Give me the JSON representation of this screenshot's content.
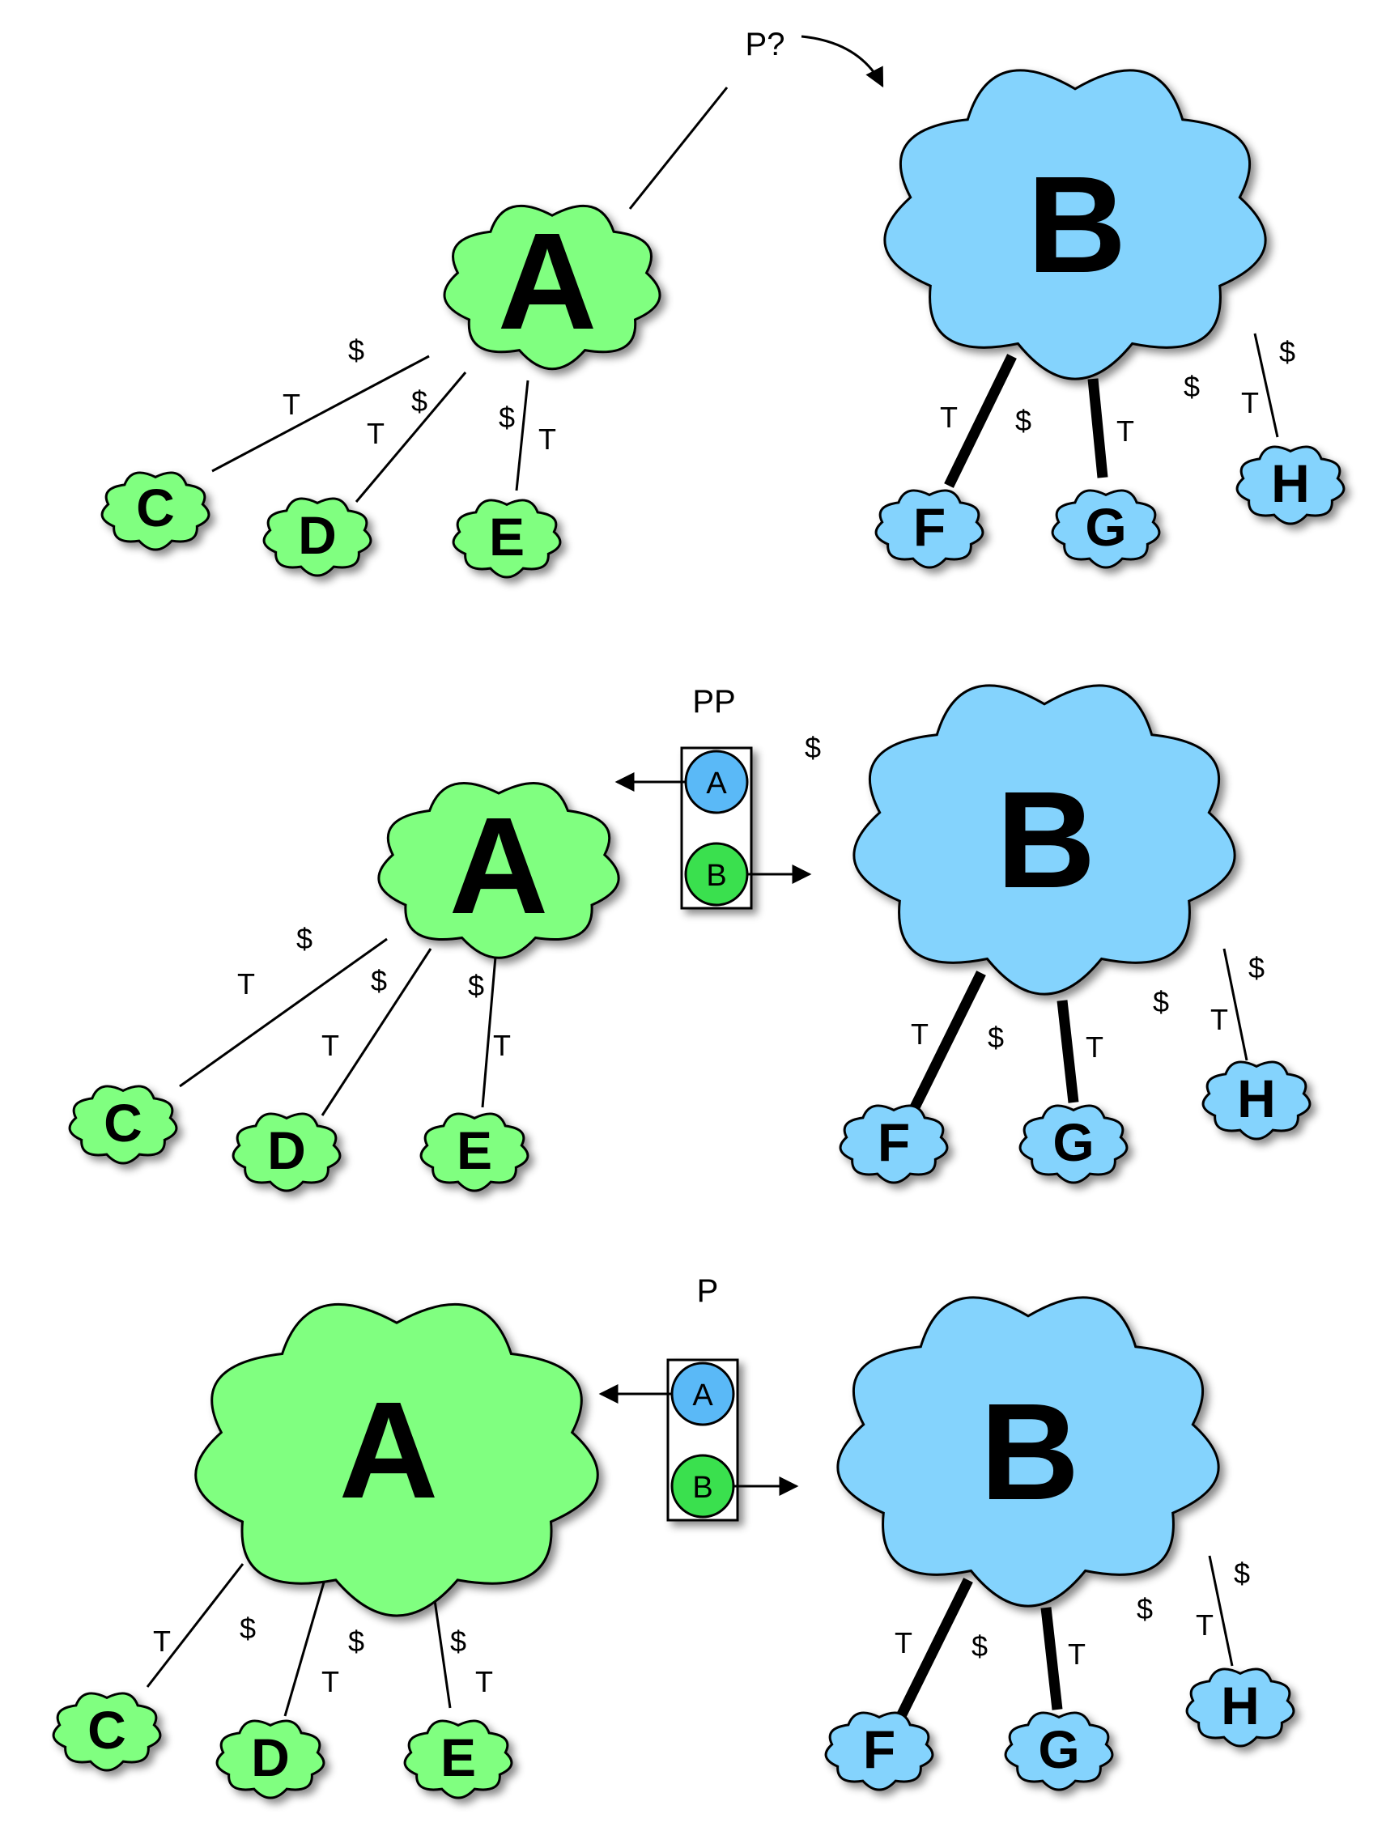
{
  "colors": {
    "green": "#80ff80",
    "blue": "#84d3fd",
    "badge_blue": "#5ab9f7",
    "badge_green": "#3ae04e",
    "stroke": "#000000",
    "background": "#ffffff"
  },
  "edge_labels": {
    "transit": "T",
    "money": "$"
  },
  "panels": [
    {
      "title": "P?",
      "node_labels": {
        "A": "A",
        "B": "B",
        "C": "C",
        "D": "D",
        "E": "E",
        "F": "F",
        "G": "G",
        "H": "H"
      }
    },
    {
      "title": "PP",
      "node_labels": {
        "A": "A",
        "B": "B",
        "C": "C",
        "D": "D",
        "E": "E",
        "F": "F",
        "G": "G",
        "H": "H"
      },
      "box_labels": {
        "top": "A",
        "bottom": "B"
      }
    },
    {
      "title": "P",
      "node_labels": {
        "A": "A",
        "B": "B",
        "C": "C",
        "D": "D",
        "E": "E",
        "F": "F",
        "G": "G",
        "H": "H"
      },
      "box_labels": {
        "top": "A",
        "bottom": "B"
      }
    }
  ]
}
